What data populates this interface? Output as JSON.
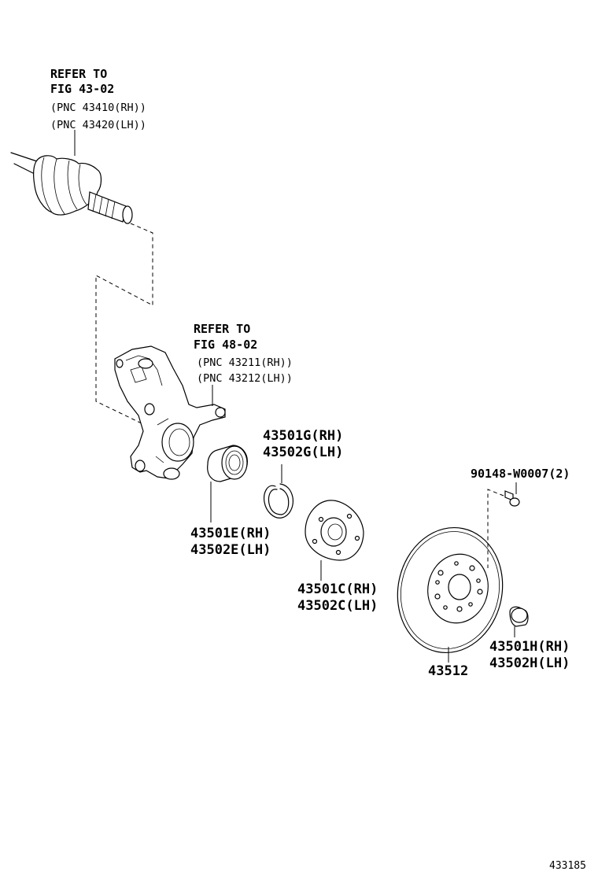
{
  "driveshaft_ref": {
    "line1": "REFER TO",
    "line2": "FIG 43-02",
    "pnc_rh": "(PNC 43410(RH))",
    "pnc_lh": "(PNC 43420(LH))"
  },
  "knuckle_ref": {
    "line1": "REFER TO",
    "line2": "FIG 48-02",
    "pnc_rh": "(PNC 43211(RH))",
    "pnc_lh": "(PNC 43212(LH))"
  },
  "parts": {
    "snap_ring": {
      "rh": "43501G(RH)",
      "lh": "43502G(LH)"
    },
    "bearing": {
      "rh": "43501E(RH)",
      "lh": "43502E(LH)"
    },
    "hub": {
      "rh": "43501C(RH)",
      "lh": "43502C(LH)"
    },
    "screw": {
      "label": "90148-W0007(2)"
    },
    "disc": {
      "label": "43512"
    },
    "cap": {
      "rh": "43501H(RH)",
      "lh": "43502H(LH)"
    }
  },
  "figure_number": "433185"
}
